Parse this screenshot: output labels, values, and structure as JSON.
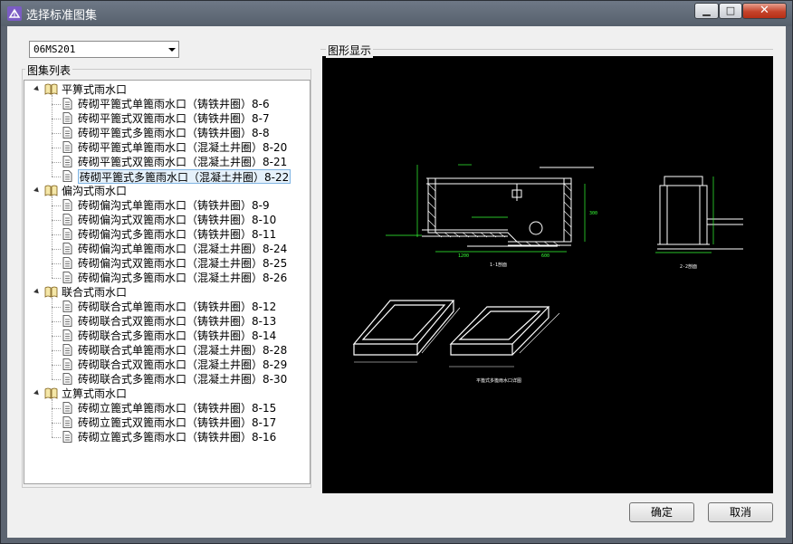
{
  "window": {
    "title": "选择标准图集"
  },
  "combo": {
    "value": "06MS201"
  },
  "left_panel": {
    "label": "图集列表"
  },
  "right_panel": {
    "label": "图形显示"
  },
  "buttons": {
    "ok": "确定",
    "cancel": "取消"
  },
  "tree": [
    {
      "label": "平箅式雨水口",
      "children": [
        "砖砌平篦式单篦雨水口（铸铁井圈）8-6",
        "砖砌平篦式双篦雨水口（铸铁井圈）8-7",
        "砖砌平篦式多篦雨水口（铸铁井圈）8-8",
        "砖砌平篦式单篦雨水口（混凝土井圈）8-20",
        "砖砌平篦式双篦雨水口（混凝土井圈）8-21",
        "砖砌平篦式多篦雨水口（混凝土井圈）8-22"
      ]
    },
    {
      "label": "偏沟式雨水口",
      "children": [
        "砖砌偏沟式单篦雨水口（铸铁井圈）8-9",
        "砖砌偏沟式双篦雨水口（铸铁井圈）8-10",
        "砖砌偏沟式多篦雨水口（铸铁井圈）8-11",
        "砖砌偏沟式单篦雨水口（混凝土井圈）8-24",
        "砖砌偏沟式双篦雨水口（混凝土井圈）8-25",
        "砖砌偏沟式多篦雨水口（混凝土井圈）8-26"
      ]
    },
    {
      "label": "联合式雨水口",
      "children": [
        "砖砌联合式单篦雨水口（铸铁井圈）8-12",
        "砖砌联合式双篦雨水口（铸铁井圈）8-13",
        "砖砌联合式多篦雨水口（铸铁井圈）8-14",
        "砖砌联合式单篦雨水口（混凝土井圈）8-28",
        "砖砌联合式双篦雨水口（混凝土井圈）8-29",
        "砖砌联合式多篦雨水口（混凝土井圈）8-30"
      ]
    },
    {
      "label": "立箅式雨水口",
      "children": [
        "砖砌立篦式单篦雨水口（铸铁井圈）8-15",
        "砖砌立篦式双篦雨水口（铸铁井圈）8-17",
        "砖砌立篦式多篦雨水口（铸铁井圈）8-16"
      ]
    }
  ],
  "selected": "砖砌平篦式多篦雨水口（混凝土井圈）8-22",
  "drawing_labels": {
    "section_1": "1-1剖面",
    "section_2": "2-2剖面",
    "plan": "平篦式多篦雨水口详图",
    "dim_a": "1200",
    "dim_b": "600",
    "dim_c": "300"
  },
  "icons": {
    "app": "app-icon",
    "minimize": "minimize-icon",
    "maximize": "maximize-icon",
    "close": "close-icon",
    "folder": "book-icon",
    "item": "document-icon",
    "dropdown": "chevron-down-icon"
  }
}
